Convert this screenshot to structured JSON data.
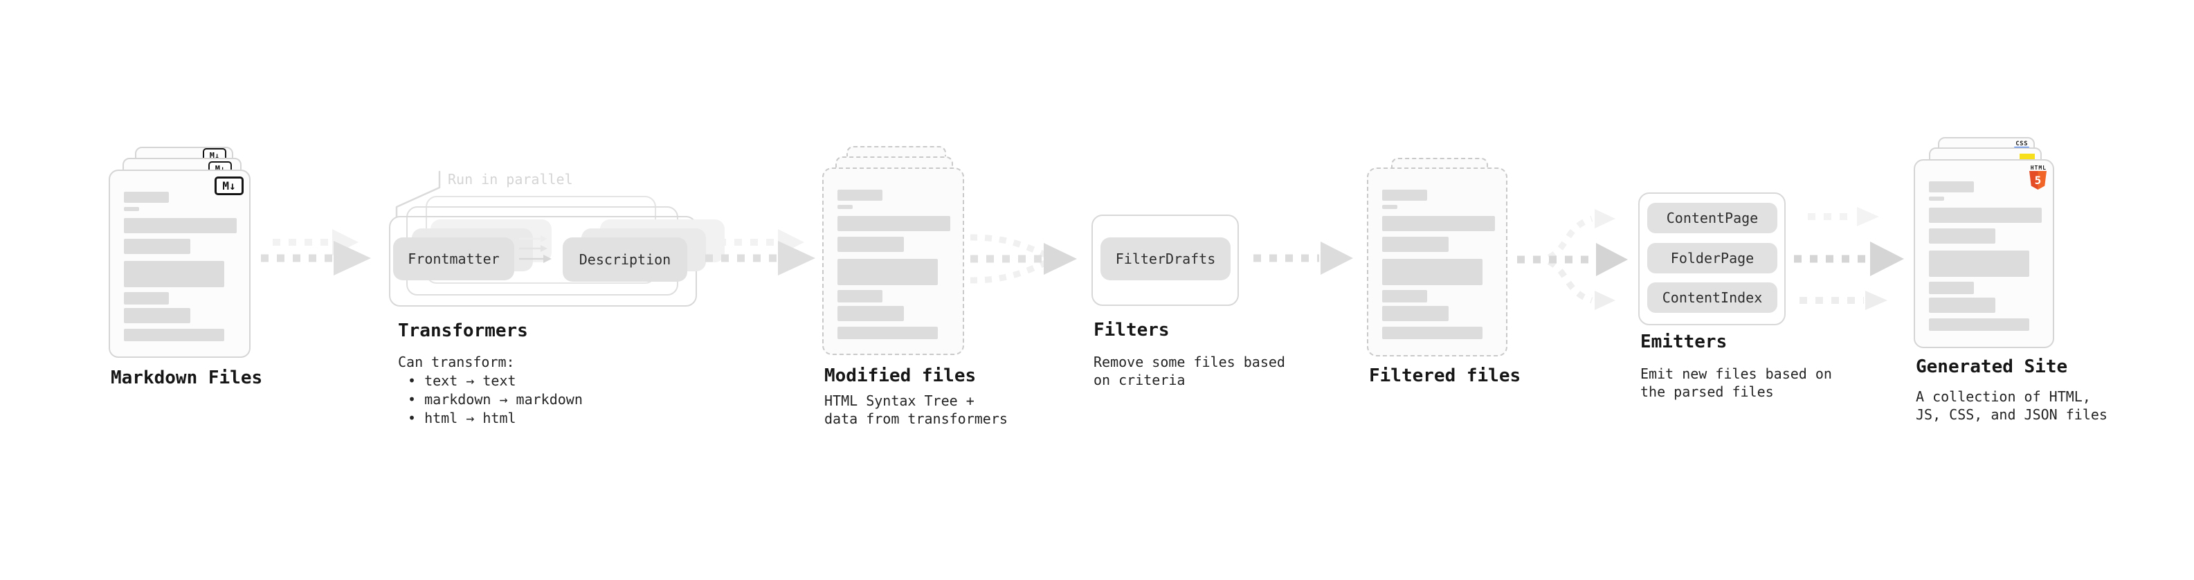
{
  "stages": {
    "markdown_files": {
      "label": "Markdown Files",
      "badge": "M↓"
    },
    "transformers": {
      "annotation": "Run in parallel",
      "pill_left": "Frontmatter",
      "pill_right": "Description",
      "title": "Transformers",
      "heading": "Can transform:",
      "bullets": [
        "• text → text",
        "• markdown → markdown",
        "• html → html"
      ]
    },
    "modified_files": {
      "label": "Modified files",
      "sublabel": "HTML Syntax Tree +\ndata from transformers"
    },
    "filters": {
      "pill": "FilterDrafts",
      "title": "Filters",
      "sublabel": "Remove some files based\non criteria"
    },
    "filtered_files": {
      "label": "Filtered files"
    },
    "emitters": {
      "pills": [
        "ContentPage",
        "FolderPage",
        "ContentIndex"
      ],
      "title": "Emitters",
      "sublabel": "Emit new files based on\nthe parsed files"
    },
    "generated_site": {
      "label": "Generated Site",
      "sublabel": "A collection of HTML,\nJS, CSS, and JSON files",
      "css_badge": "CSS",
      "html_badge": "HTML",
      "html_number": "5"
    }
  },
  "colors": {
    "html5_orange": "#e44d26",
    "js_yellow": "#f7df1e",
    "css_blue": "#2d6ff2",
    "arrow_gray": "#dedede",
    "arrow_light": "#f1f1f1"
  }
}
